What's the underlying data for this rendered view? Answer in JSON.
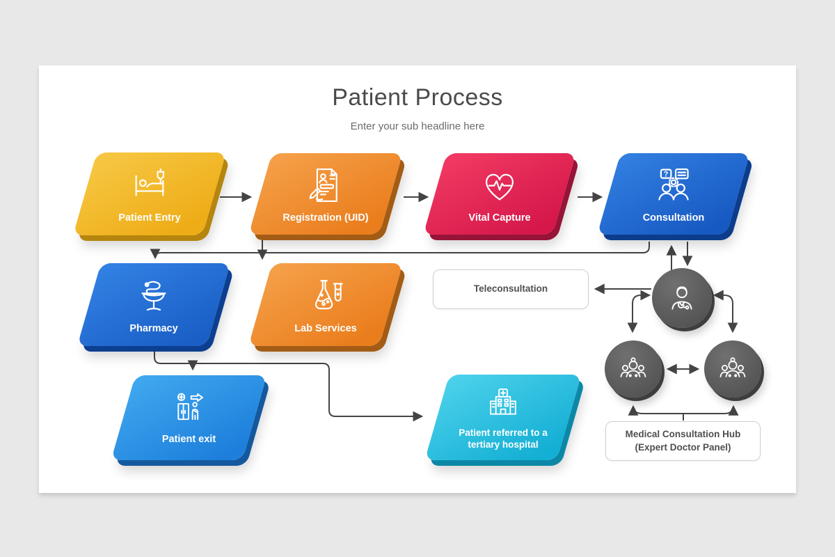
{
  "background": {
    "page": "#E8E8E8",
    "canvas": "#FFFFFF"
  },
  "arrow_color": "#444444",
  "header": {
    "title": "Patient Process",
    "subtitle": "Enter your sub headline here"
  },
  "nodes": {
    "patient_entry": {
      "label": "Patient Entry",
      "icon": "patient-in-bed-icon",
      "color_light": "#F7C845",
      "color_dark": "#EEAC16",
      "side": "#B5850E",
      "text_color": "#FFFFFF"
    },
    "registration": {
      "label": "Registration (UID)",
      "icon": "registration-form-icon",
      "color_light": "#F5A14B",
      "color_dark": "#EA7D1C",
      "side": "#A35C15",
      "text_color": "#FFFFFF"
    },
    "vital_capture": {
      "label": "Vital Capture",
      "icon": "heartbeat-icon",
      "color_light": "#F23B63",
      "color_dark": "#D5174A",
      "side": "#971338",
      "text_color": "#FFFFFF"
    },
    "consultation": {
      "label": "Consultation",
      "icon": "consultation-icon",
      "color_light": "#3380E2",
      "color_dark": "#1759C2",
      "side": "#0C3C8C",
      "text_color": "#FFFFFF"
    },
    "pharmacy": {
      "label": "Pharmacy",
      "icon": "pharmacy-bowl-icon",
      "color_light": "#3382E4",
      "color_dark": "#1A5FC6",
      "side": "#0D3F90",
      "text_color": "#FFFFFF"
    },
    "lab_services": {
      "label": "Lab Services",
      "icon": "lab-flask-icon",
      "color_light": "#F5A14B",
      "color_dark": "#EA7D1C",
      "side": "#A35C15",
      "text_color": "#FFFFFF"
    },
    "patient_exit": {
      "label": "Patient exit",
      "icon": "exit-door-icon",
      "color_light": "#41A9F0",
      "color_dark": "#1D7FDB",
      "side": "#14599E",
      "text_color": "#FFFFFF"
    },
    "tertiary_hospital": {
      "label": "Patient referred to a tertiary hospital",
      "icon": "hospital-building-icon",
      "color_light": "#4ED2EC",
      "color_dark": "#14AFD4",
      "side": "#0C87A6",
      "text_color": "#FFFFFF"
    }
  },
  "callouts": {
    "teleconsultation": {
      "label": "Teleconsultation"
    },
    "hub": {
      "line1": "Medical Consultation Hub",
      "line2": "(Expert Doctor Panel)"
    }
  },
  "panel": {
    "doctor": {
      "icon": "doctor-icon"
    },
    "team_left": {
      "icon": "doctors-team-icon"
    },
    "team_right": {
      "icon": "doctors-team-icon"
    },
    "circle_light": "#707070",
    "circle_dark": "#545454",
    "circle_side": "#3E3E3E"
  }
}
